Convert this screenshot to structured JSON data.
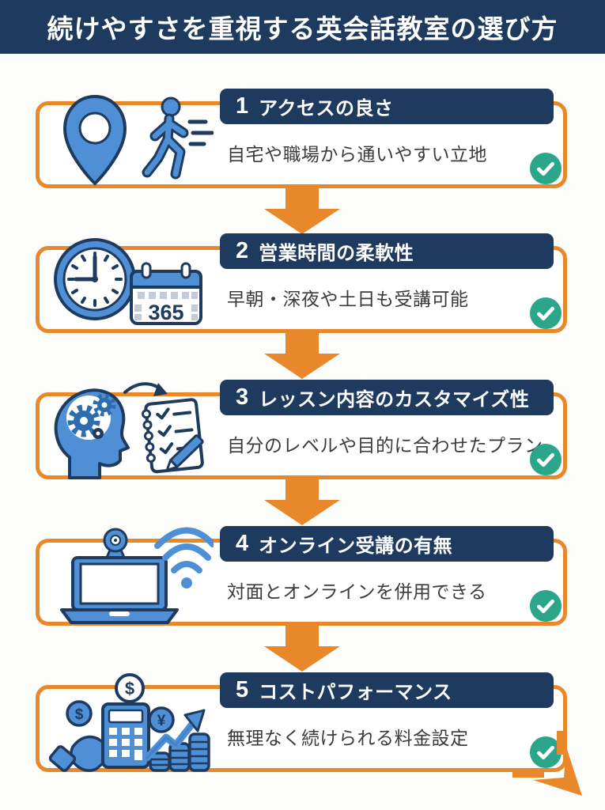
{
  "header": {
    "title": "続けやすさを重視する英会話教室の選び方"
  },
  "colors": {
    "navy": "#1f3a5f",
    "orange": "#e8882b",
    "icon_blue": "#4e8fd5",
    "check_green": "#2ca68b",
    "description_text": "#3b3b3b",
    "background": "#fdfdfb"
  },
  "steps": [
    {
      "number": "1",
      "title": "アクセスの良さ",
      "description": "自宅や職場から通いやすい立地",
      "icons": [
        "location-pin",
        "walking-person"
      ]
    },
    {
      "number": "2",
      "title": "営業時間の柔軟性",
      "description": "早朝・深夜や土日も受講可能",
      "icons": [
        "clock",
        "calendar"
      ],
      "calendar_label": "365"
    },
    {
      "number": "3",
      "title": "レッスン内容のカスタマイズ性",
      "description": "自分のレベルや目的に合わせたプラン",
      "icons": [
        "head-with-gears",
        "checklist-pencil"
      ]
    },
    {
      "number": "4",
      "title": "オンライン受講の有無",
      "description": "対面とオンラインを併用できる",
      "icons": [
        "laptop-webcam",
        "wifi"
      ]
    },
    {
      "number": "5",
      "title": "コストパフォーマンス",
      "description": "無理なく続けられる料金設定",
      "icons": [
        "hand-calculator",
        "dollar-coin",
        "yen-coin",
        "growth-chart",
        "coin-stacks"
      ],
      "coin_dollar": "$",
      "coin_yen": "¥"
    }
  ],
  "connectors": {
    "between_steps": "arrow-down",
    "final": "arrow-down-right"
  }
}
